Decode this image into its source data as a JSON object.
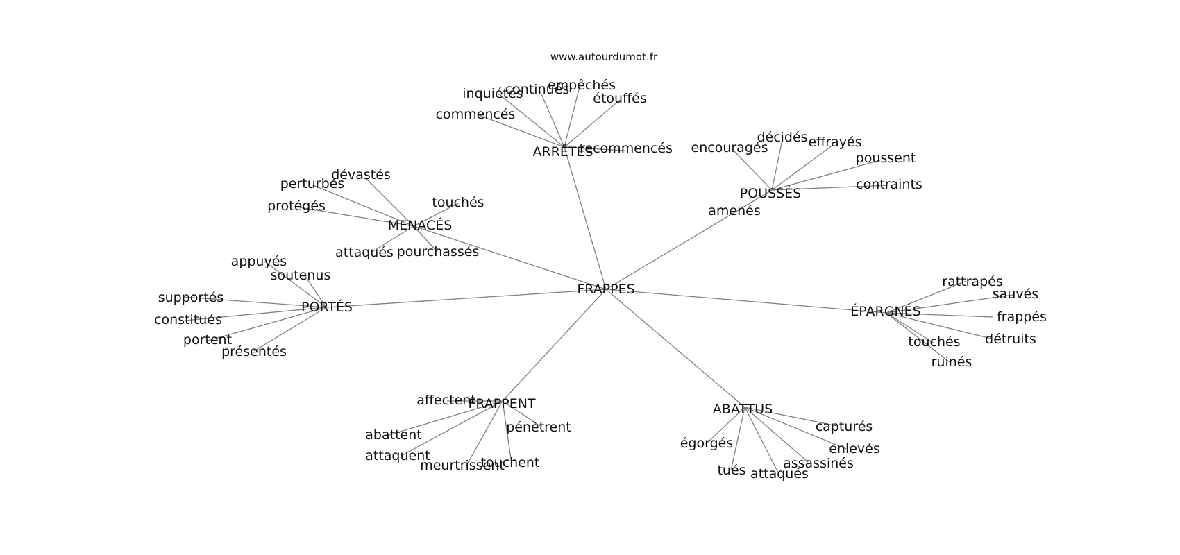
{
  "source_label": "www.autourdumot.fr",
  "center": {
    "word": "FRAPPES"
  },
  "clusters": [
    {
      "hub": "ARRÊTÉS",
      "leaves": [
        "inquiétés",
        "continués",
        "empêchés",
        "étouffés",
        "commencés",
        "recommencés"
      ]
    },
    {
      "hub": "POUSSÉS",
      "leaves": [
        "encouragés",
        "décidés",
        "effrayés",
        "poussent",
        "contraints",
        "amenés"
      ]
    },
    {
      "hub": "MENACÉS",
      "leaves": [
        "dévastés",
        "perturbés",
        "protégés",
        "touchés",
        "attaqués",
        "pourchassés"
      ]
    },
    {
      "hub": "PORTÉS",
      "leaves": [
        "appuyés",
        "soutenus",
        "supportés",
        "constitués",
        "portent",
        "présentés"
      ]
    },
    {
      "hub": "ÉPARGNÉS",
      "leaves": [
        "rattrapés",
        "sauvés",
        "frappés",
        "détruits",
        "touchés",
        "ruinés"
      ]
    },
    {
      "hub": "FRAPPENT",
      "leaves": [
        "affectent",
        "abattent",
        "attaquent",
        "meurtrissent",
        "touchent",
        "pénètrent"
      ]
    },
    {
      "hub": "ABATTUS",
      "leaves": [
        "capturés",
        "égorgés",
        "enlevés",
        "assassinés",
        "attaqués",
        "tués"
      ]
    }
  ]
}
